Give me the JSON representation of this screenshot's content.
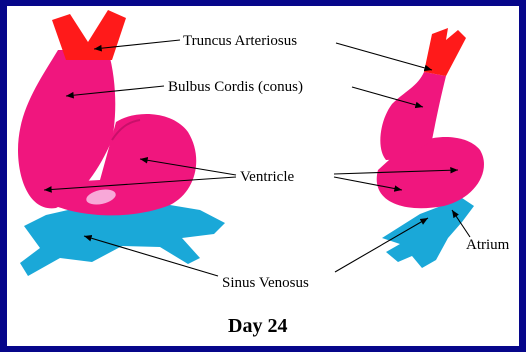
{
  "labels": {
    "truncus": "Truncus Arteriosus",
    "bulbus": "Bulbus Cordis (conus)",
    "ventricle": "Ventricle",
    "atrium": "Atrium",
    "sinus": "Sinus Venosus"
  },
  "title": "Day 24",
  "colors": {
    "frame": "#06068a",
    "truncus": "#ff1a1a",
    "heart": "#f0167e",
    "highlight": "#f8a8d8",
    "sinus": "#1aa8d8"
  }
}
